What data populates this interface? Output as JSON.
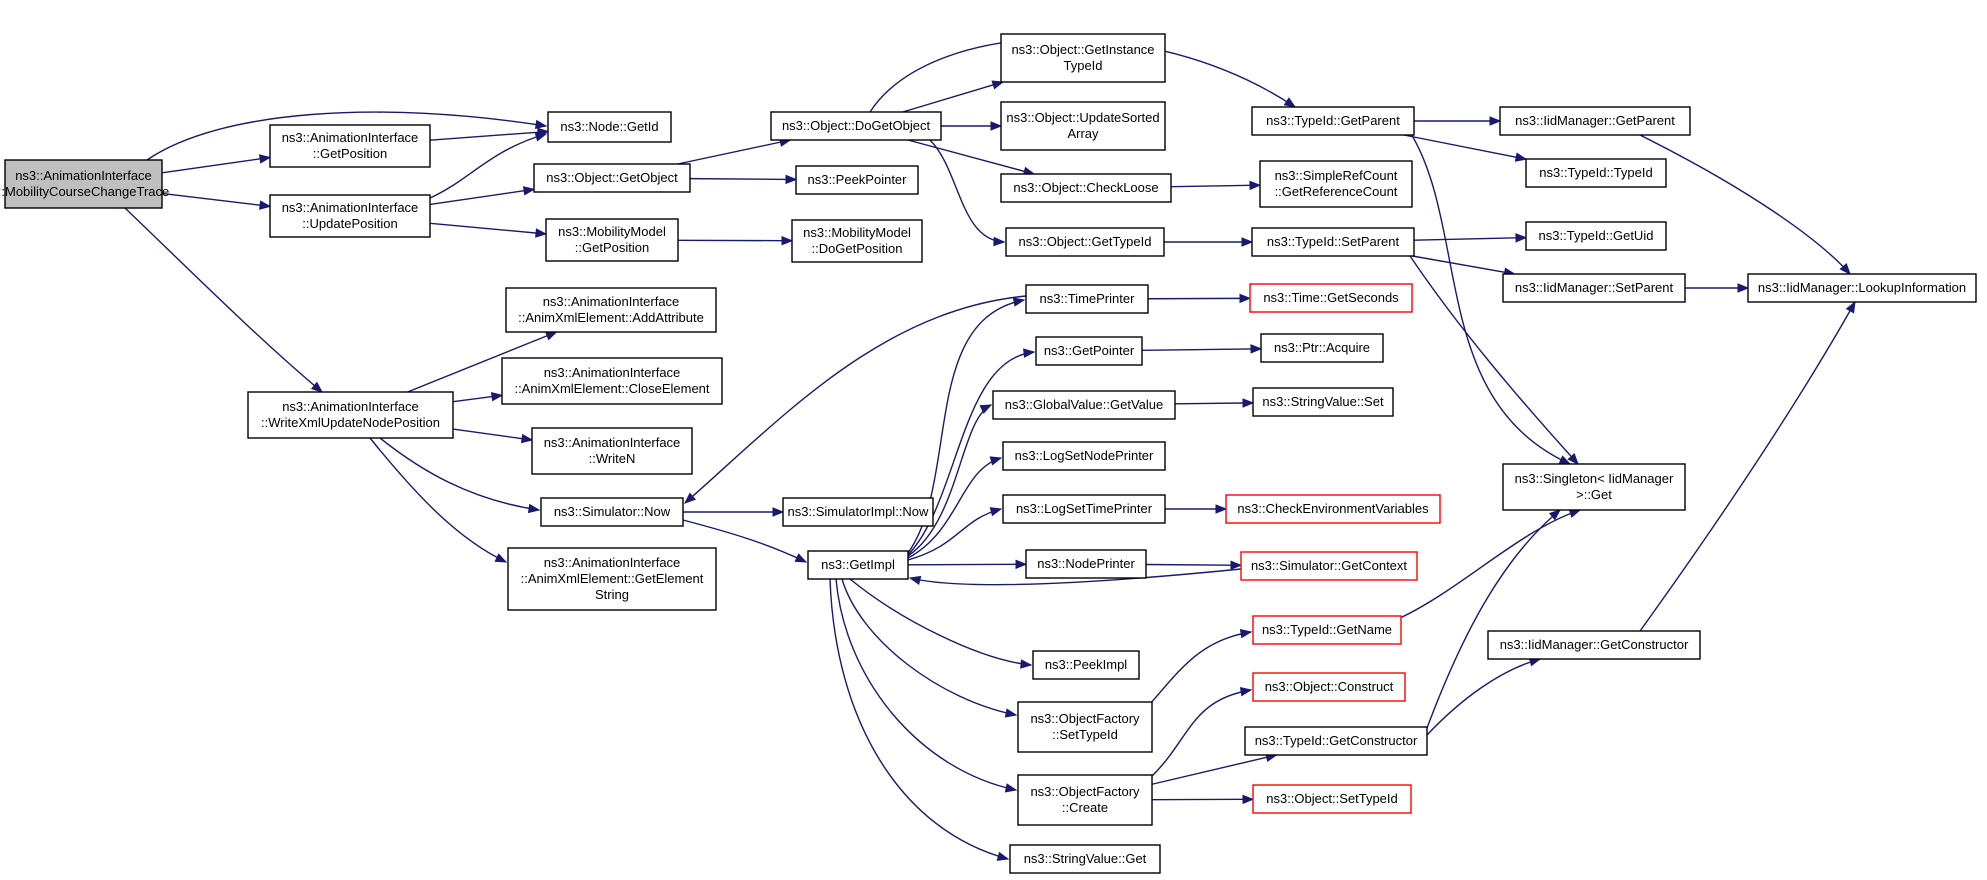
{
  "colors": {
    "edge": "#191970",
    "node_border": "#000000",
    "node_border_truncated": "#ff0000",
    "root_fill": "#bfbfbf",
    "node_fill": "#ffffff"
  },
  "nodes": [
    {
      "id": "n0",
      "lines": [
        "ns3::AnimationInterface",
        "::MobilityCourseChangeTrace"
      ],
      "root": true
    },
    {
      "id": "n1",
      "lines": [
        "ns3::Node::GetId"
      ]
    },
    {
      "id": "n2",
      "lines": [
        "ns3::AnimationInterface",
        "::GetPosition"
      ]
    },
    {
      "id": "n3",
      "lines": [
        "ns3::AnimationInterface",
        "::UpdatePosition"
      ]
    },
    {
      "id": "n4",
      "lines": [
        "ns3::Object::GetObject"
      ]
    },
    {
      "id": "n5",
      "lines": [
        "ns3::MobilityModel",
        "::GetPosition"
      ]
    },
    {
      "id": "n6",
      "lines": [
        "ns3::AnimationInterface",
        "::WriteXmlUpdateNodePosition"
      ]
    },
    {
      "id": "n7",
      "lines": [
        "ns3::AnimationInterface",
        "::AnimXmlElement::AddAttribute"
      ]
    },
    {
      "id": "n8",
      "lines": [
        "ns3::AnimationInterface",
        "::AnimXmlElement::CloseElement"
      ]
    },
    {
      "id": "n9",
      "lines": [
        "ns3::AnimationInterface",
        "::WriteN"
      ]
    },
    {
      "id": "n10",
      "lines": [
        "ns3::Simulator::Now"
      ]
    },
    {
      "id": "n11",
      "lines": [
        "ns3::AnimationInterface",
        "::AnimXmlElement::GetElement",
        "String"
      ]
    },
    {
      "id": "n12",
      "lines": [
        "ns3::Object::DoGetObject"
      ]
    },
    {
      "id": "n13",
      "lines": [
        "ns3::PeekPointer"
      ]
    },
    {
      "id": "n14",
      "lines": [
        "ns3::MobilityModel",
        "::DoGetPosition"
      ]
    },
    {
      "id": "n15",
      "lines": [
        "ns3::SimulatorImpl::Now"
      ]
    },
    {
      "id": "n16",
      "lines": [
        "ns3::GetImpl"
      ]
    },
    {
      "id": "n17",
      "lines": [
        "ns3::Object::GetInstance",
        "TypeId"
      ]
    },
    {
      "id": "n18",
      "lines": [
        "ns3::Object::UpdateSorted",
        "Array"
      ]
    },
    {
      "id": "n19",
      "lines": [
        "ns3::Object::CheckLoose"
      ]
    },
    {
      "id": "n20",
      "lines": [
        "ns3::Object::GetTypeId"
      ]
    },
    {
      "id": "n21",
      "lines": [
        "ns3::TimePrinter"
      ]
    },
    {
      "id": "n22",
      "lines": [
        "ns3::GetPointer"
      ]
    },
    {
      "id": "n23",
      "lines": [
        "ns3::GlobalValue::GetValue"
      ]
    },
    {
      "id": "n24",
      "lines": [
        "ns3::LogSetNodePrinter"
      ]
    },
    {
      "id": "n25",
      "lines": [
        "ns3::LogSetTimePrinter"
      ]
    },
    {
      "id": "n26",
      "lines": [
        "ns3::NodePrinter"
      ]
    },
    {
      "id": "n27",
      "lines": [
        "ns3::PeekImpl"
      ]
    },
    {
      "id": "n28",
      "lines": [
        "ns3::ObjectFactory",
        "::SetTypeId"
      ]
    },
    {
      "id": "n29",
      "lines": [
        "ns3::ObjectFactory",
        "::Create"
      ]
    },
    {
      "id": "n30",
      "lines": [
        "ns3::StringValue::Get"
      ]
    },
    {
      "id": "n31",
      "lines": [
        "ns3::TypeId::GetParent"
      ]
    },
    {
      "id": "n32",
      "lines": [
        "ns3::SimpleRefCount",
        "::GetReferenceCount"
      ]
    },
    {
      "id": "n33",
      "lines": [
        "ns3::TypeId::SetParent"
      ]
    },
    {
      "id": "n34",
      "lines": [
        "ns3::Time::GetSeconds"
      ],
      "truncated": true
    },
    {
      "id": "n35",
      "lines": [
        "ns3::Ptr::Acquire"
      ]
    },
    {
      "id": "n36",
      "lines": [
        "ns3::StringValue::Set"
      ]
    },
    {
      "id": "n37",
      "lines": [
        "ns3::CheckEnvironmentVariables"
      ],
      "truncated": true
    },
    {
      "id": "n38",
      "lines": [
        "ns3::Simulator::GetContext"
      ],
      "truncated": true
    },
    {
      "id": "n39",
      "lines": [
        "ns3::TypeId::GetName"
      ],
      "truncated": true
    },
    {
      "id": "n40",
      "lines": [
        "ns3::Object::Construct"
      ],
      "truncated": true
    },
    {
      "id": "n41",
      "lines": [
        "ns3::TypeId::GetConstructor"
      ]
    },
    {
      "id": "n42",
      "lines": [
        "ns3::Object::SetTypeId"
      ],
      "truncated": true
    },
    {
      "id": "n43",
      "lines": [
        "ns3::IidManager::GetParent"
      ]
    },
    {
      "id": "n44",
      "lines": [
        "ns3::TypeId::TypeId"
      ]
    },
    {
      "id": "n45",
      "lines": [
        "ns3::TypeId::GetUid"
      ]
    },
    {
      "id": "n46",
      "lines": [
        "ns3::IidManager::SetParent"
      ]
    },
    {
      "id": "n47",
      "lines": [
        "ns3::Singleton< IidManager",
        " >::Get"
      ]
    },
    {
      "id": "n48",
      "lines": [
        "ns3::IidManager::GetConstructor"
      ]
    },
    {
      "id": "n49",
      "lines": [
        "ns3::IidManager::LookupInformation"
      ]
    }
  ],
  "edges": [
    {
      "from": "n0",
      "to": "n1"
    },
    {
      "from": "n0",
      "to": "n2"
    },
    {
      "from": "n0",
      "to": "n3"
    },
    {
      "from": "n0",
      "to": "n6"
    },
    {
      "from": "n2",
      "to": "n1"
    },
    {
      "from": "n3",
      "to": "n1"
    },
    {
      "from": "n3",
      "to": "n4"
    },
    {
      "from": "n3",
      "to": "n5"
    },
    {
      "from": "n4",
      "to": "n12"
    },
    {
      "from": "n4",
      "to": "n13"
    },
    {
      "from": "n5",
      "to": "n14"
    },
    {
      "from": "n12",
      "to": "n17"
    },
    {
      "from": "n12",
      "to": "n18"
    },
    {
      "from": "n12",
      "to": "n19"
    },
    {
      "from": "n12",
      "to": "n20"
    },
    {
      "from": "n12",
      "to": "n31"
    },
    {
      "from": "n19",
      "to": "n32"
    },
    {
      "from": "n20",
      "to": "n33"
    },
    {
      "from": "n31",
      "to": "n43"
    },
    {
      "from": "n31",
      "to": "n44"
    },
    {
      "from": "n31",
      "to": "n47"
    },
    {
      "from": "n33",
      "to": "n45"
    },
    {
      "from": "n33",
      "to": "n46"
    },
    {
      "from": "n33",
      "to": "n47"
    },
    {
      "from": "n43",
      "to": "n49"
    },
    {
      "from": "n46",
      "to": "n49"
    },
    {
      "from": "n6",
      "to": "n7"
    },
    {
      "from": "n6",
      "to": "n8"
    },
    {
      "from": "n6",
      "to": "n9"
    },
    {
      "from": "n6",
      "to": "n10"
    },
    {
      "from": "n6",
      "to": "n11"
    },
    {
      "from": "n10",
      "to": "n15"
    },
    {
      "from": "n10",
      "to": "n16"
    },
    {
      "from": "n21",
      "to": "n10"
    },
    {
      "from": "n21",
      "to": "n34"
    },
    {
      "from": "n22",
      "to": "n35"
    },
    {
      "from": "n23",
      "to": "n36"
    },
    {
      "from": "n25",
      "to": "n37"
    },
    {
      "from": "n26",
      "to": "n38"
    },
    {
      "from": "n38",
      "to": "n16"
    },
    {
      "from": "n16",
      "to": "n21"
    },
    {
      "from": "n16",
      "to": "n22"
    },
    {
      "from": "n16",
      "to": "n23"
    },
    {
      "from": "n16",
      "to": "n24"
    },
    {
      "from": "n16",
      "to": "n25"
    },
    {
      "from": "n16",
      "to": "n26"
    },
    {
      "from": "n16",
      "to": "n27"
    },
    {
      "from": "n16",
      "to": "n28"
    },
    {
      "from": "n16",
      "to": "n29"
    },
    {
      "from": "n16",
      "to": "n30"
    },
    {
      "from": "n28",
      "to": "n39"
    },
    {
      "from": "n39",
      "to": "n47"
    },
    {
      "from": "n29",
      "to": "n40"
    },
    {
      "from": "n29",
      "to": "n41"
    },
    {
      "from": "n29",
      "to": "n42"
    },
    {
      "from": "n41",
      "to": "n47"
    },
    {
      "from": "n41",
      "to": "n48"
    },
    {
      "from": "n48",
      "to": "n49"
    }
  ]
}
